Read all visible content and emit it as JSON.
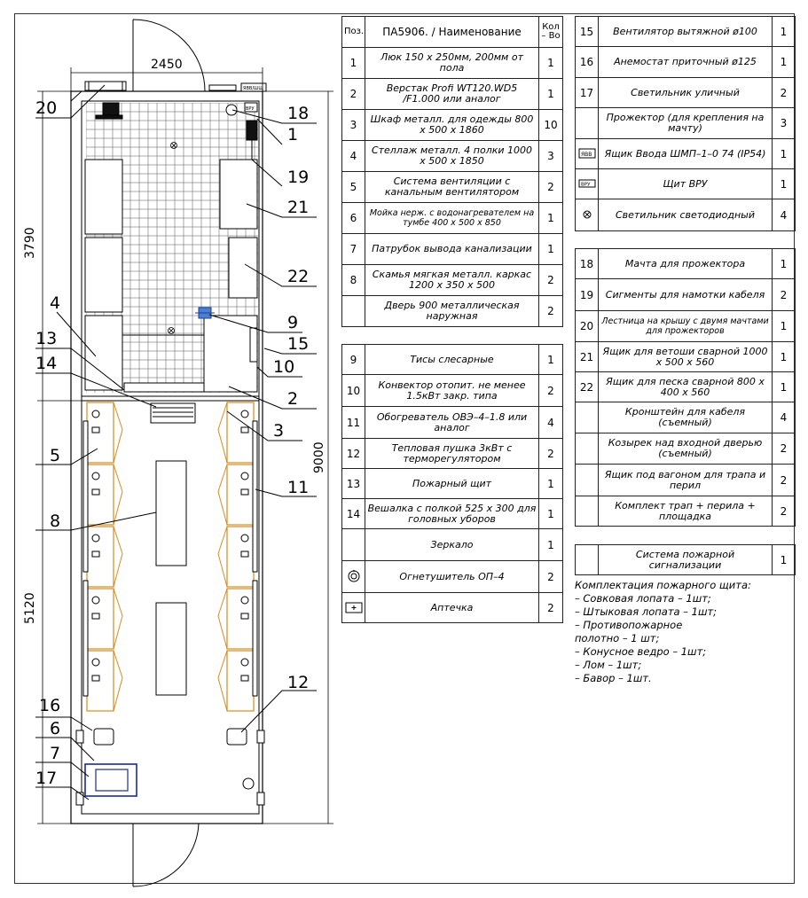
{
  "dimensions": {
    "width": "2450",
    "height_left": "3790",
    "height_bottom": "5120",
    "total": "9000"
  },
  "callouts": [
    "20",
    "18",
    "1",
    "19",
    "21",
    "22",
    "4",
    "13",
    "14",
    "9",
    "15",
    "10",
    "2",
    "3",
    "5",
    "11",
    "8",
    "16",
    "6",
    "7",
    "17",
    "12"
  ],
  "plan_labels": {
    "vru": "ВРУ",
    "yashchik": "ЯВВ/ШЩ"
  },
  "table1": {
    "header": {
      "pos": "Поз.",
      "name": "ПА5906. / Наименование",
      "qty": "Кол – Во"
    },
    "rows": [
      {
        "pos": "1",
        "name": "Люк 150 х 250мм, 200мм от пола",
        "qty": "1"
      },
      {
        "pos": "2",
        "name": "Верстак Profi WT120.WD5 /F1.000 или аналог",
        "qty": "1"
      },
      {
        "pos": "3",
        "name": "Шкаф металл. для одежды 800 х 500 х 1860",
        "qty": "10"
      },
      {
        "pos": "4",
        "name": "Стеллаж металл. 4 полки 1000 х 500 х 1850",
        "qty": "3"
      },
      {
        "pos": "5",
        "name": "Система вентиляции с канальным вентилятором",
        "qty": "2"
      },
      {
        "pos": "6",
        "name": "Мойка нерж. с водонагревателем на тумбе 400 х 500 х 850",
        "qty": "1"
      },
      {
        "pos": "7",
        "name": "Патрубок вывода канализации",
        "qty": "1"
      },
      {
        "pos": "8",
        "name": "Скамья мягкая металл. каркас 1200 х 350 х 500",
        "qty": "2"
      },
      {
        "pos": "",
        "name": "Дверь 900 металлическая наружная",
        "qty": "2"
      }
    ]
  },
  "table2": {
    "rows": [
      {
        "pos": "9",
        "name": "Тисы слесарные",
        "qty": "1"
      },
      {
        "pos": "10",
        "name": "Конвектор отопит. не менее 1.5кВт закр. типа",
        "qty": "2"
      },
      {
        "pos": "11",
        "name": "Обогреватель ОВЭ–4–1.8 или аналог",
        "qty": "4"
      },
      {
        "pos": "12",
        "name": "Тепловая пушка 3кВт с терморегулятором",
        "qty": "2"
      },
      {
        "pos": "13",
        "name": "Пожарный щит",
        "qty": "1"
      },
      {
        "pos": "14",
        "name": "Вешалка с полкой 525 х 300 для головных уборов",
        "qty": "1"
      },
      {
        "pos": "",
        "name": "Зеркало",
        "qty": "1"
      },
      {
        "pos": "",
        "name": "Огнетушитель ОП–4",
        "qty": "2"
      },
      {
        "pos": "",
        "name": "Аптечка",
        "qty": "2"
      }
    ]
  },
  "table3": {
    "rows": [
      {
        "pos": "15",
        "name": "Вентилятор вытяжной ø100",
        "qty": "1"
      },
      {
        "pos": "16",
        "name": "Анемостат приточный ø125",
        "qty": "1"
      },
      {
        "pos": "17",
        "name": "Светильник уличный",
        "qty": "2"
      },
      {
        "pos": "",
        "name": "Прожектор (для крепления на мачту)",
        "qty": "3"
      },
      {
        "pos": "",
        "name": "Ящик Ввода ШМП–1–0 74 (IP54)",
        "qty": "1"
      },
      {
        "pos": "",
        "name": "Щит ВРУ",
        "qty": "1"
      },
      {
        "pos": "",
        "name": "Светильник светодиодный",
        "qty": "4"
      }
    ],
    "vru_label": "ВРУ"
  },
  "table4": {
    "rows": [
      {
        "pos": "18",
        "name": "Мачта для прожектора",
        "qty": "1"
      },
      {
        "pos": "19",
        "name": "Сигменты для намотки кабеля",
        "qty": "2"
      },
      {
        "pos": "20",
        "name": "Лестница на крышу с двумя мачтами для прожекторов",
        "qty": "1"
      },
      {
        "pos": "21",
        "name": "Ящик для ветоши сварной 1000 х 500 х 560",
        "qty": "1"
      },
      {
        "pos": "22",
        "name": "Ящик для песка сварной 800 х 400 х 560",
        "qty": "1"
      },
      {
        "pos": "",
        "name": "Кронштейн для кабеля (съемный)",
        "qty": "4"
      },
      {
        "pos": "",
        "name": "Козырек над входной дверью (съемный)",
        "qty": "2"
      },
      {
        "pos": "",
        "name": "Ящик под вагоном для трапа и перил",
        "qty": "2"
      },
      {
        "pos": "",
        "name": "Комплект трап + перила + площадка",
        "qty": "2"
      }
    ]
  },
  "table5": {
    "name": "Система пожарной сигнализации",
    "qty": "1"
  },
  "notes": [
    "Комплектация пожарного щита:",
    "– Совковая лопата – 1шт;",
    "– Штыковая лопата – 1шт;",
    "– Противопожарное",
    " полотно – 1 шт;",
    "– Конусное ведро – 1шт;",
    "– Лом – 1шт;",
    "– Бавор – 1шт."
  ],
  "colors": {
    "lines": "#000000",
    "cabinets": "#d98b1f",
    "sink": "#1a2a9a",
    "fixture": "#1f5fbf"
  }
}
